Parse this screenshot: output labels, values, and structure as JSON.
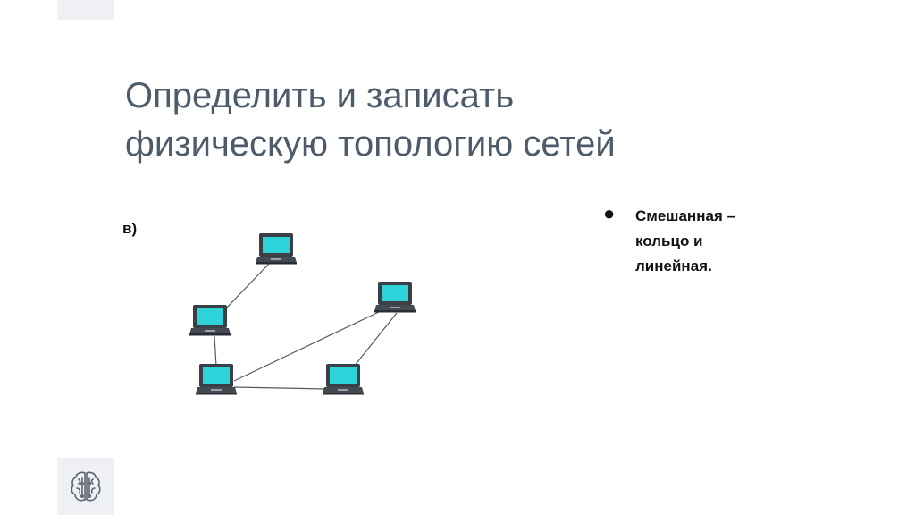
{
  "slide": {
    "title_lines": [
      "Определить и записать",
      "физическую топологию сетей"
    ],
    "variant_label": "в)",
    "bullets": [
      {
        "text": "Смешанная –\nкольцо и\nлинейная."
      }
    ]
  },
  "diagram": {
    "node_icon": "laptop-icon",
    "node_color": "#2ed3da",
    "nodes": [
      "laptop-top",
      "laptop-right",
      "laptop-left",
      "laptop-bottom-left",
      "laptop-bottom-right"
    ],
    "links": [
      [
        "laptop-top",
        "laptop-left"
      ],
      [
        "laptop-left",
        "laptop-bottom-left"
      ],
      [
        "laptop-bottom-left",
        "laptop-bottom-right"
      ],
      [
        "laptop-bottom-left",
        "laptop-right"
      ],
      [
        "laptop-bottom-right",
        "laptop-right"
      ]
    ]
  },
  "logo": {
    "icon": "brain-icon"
  }
}
